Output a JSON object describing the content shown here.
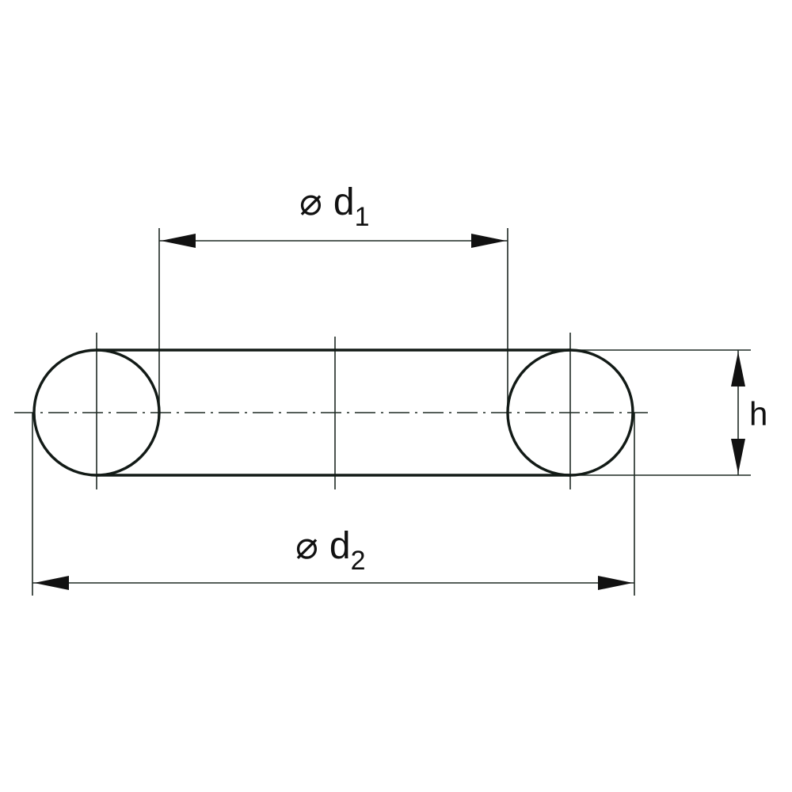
{
  "dimensions": {
    "inner_diameter": {
      "symbol": "⌀",
      "letter": "d",
      "subscript": "1"
    },
    "outer_diameter": {
      "symbol": "⌀",
      "letter": "d",
      "subscript": "2"
    },
    "height": {
      "letter": "h"
    }
  },
  "colors": {
    "line": "#121a16",
    "thin_line": "#1f2a24",
    "background": "#ffffff"
  }
}
